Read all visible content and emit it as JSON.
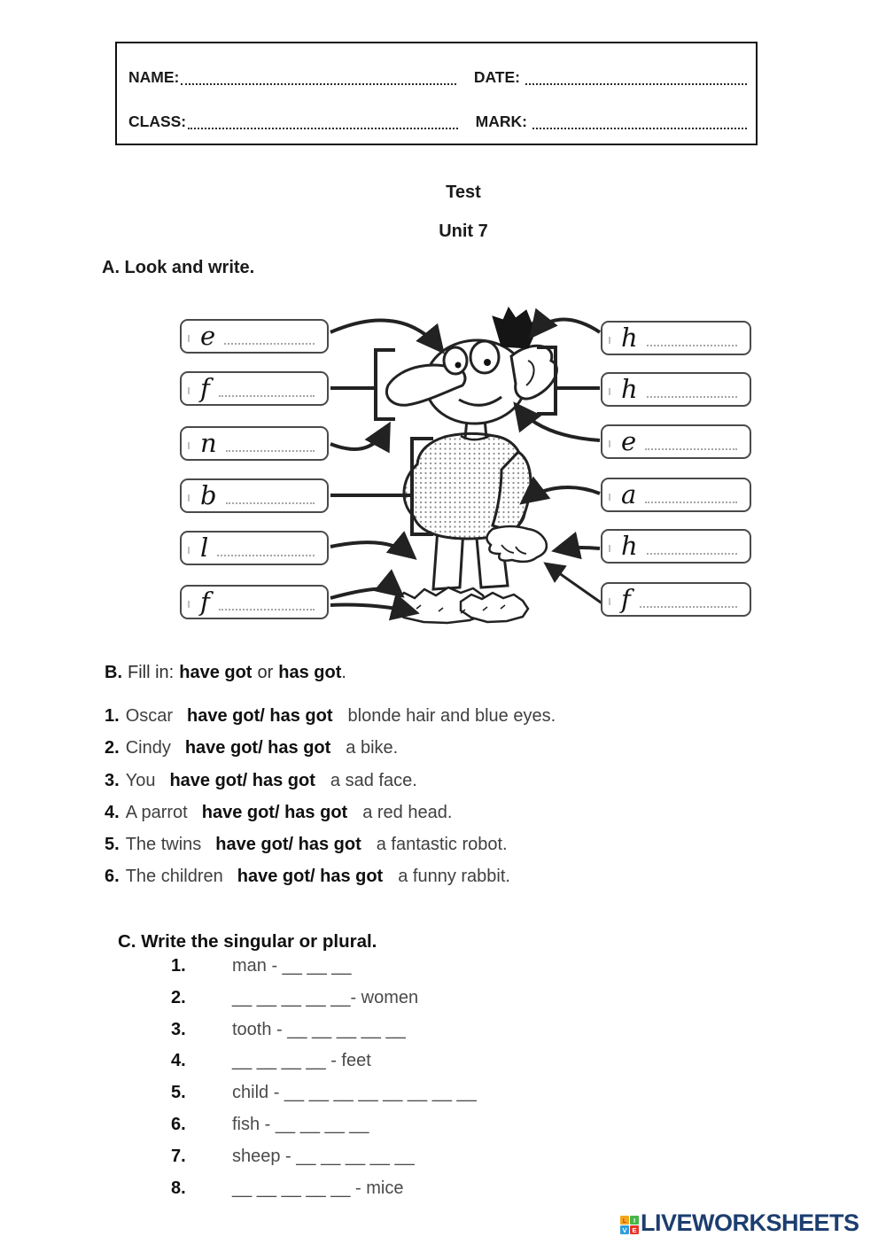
{
  "header_box": {
    "name_label": "NAME:",
    "date_label": "DATE:",
    "class_label": "CLASS:",
    "mark_label": "MARK:"
  },
  "title": {
    "test": "Test",
    "unit": "Unit 7"
  },
  "section_a": {
    "heading": "A. Look and write.",
    "left_boxes": [
      "e",
      "f",
      "n",
      "b",
      "l",
      "f"
    ],
    "right_boxes": [
      "h",
      "h",
      "e",
      "a",
      "h",
      "f"
    ]
  },
  "section_b": {
    "label": "B.",
    "intro_1": "Fill in:",
    "bold_1": "have got",
    "intro_2": "or",
    "bold_2": "has got",
    "intro_end": ".",
    "items": [
      {
        "num": "1.",
        "subject": "Oscar",
        "choice": "have got/ has got",
        "rest": "blonde hair and blue eyes."
      },
      {
        "num": "2.",
        "subject": "Cindy",
        "choice": "have got/ has got",
        "rest": "a bike."
      },
      {
        "num": "3.",
        "subject": "You",
        "choice": "have got/ has got",
        "rest": "a sad face."
      },
      {
        "num": "4.",
        "subject": "A parrot",
        "choice": "have got/ has got",
        "rest": "a red head."
      },
      {
        "num": "5.",
        "subject": "The twins",
        "choice": "have got/ has got",
        "rest": "a fantastic robot."
      },
      {
        "num": "6.",
        "subject": "The children",
        "choice": "have got/ has got",
        "rest": "a funny rabbit."
      }
    ]
  },
  "section_c": {
    "heading": "C. Write the singular or plural.",
    "items": [
      {
        "num": "1.",
        "text": "man - __ __ __"
      },
      {
        "num": "2.",
        "text": "__ __ __ __ __- women"
      },
      {
        "num": "3.",
        "text": "tooth - __ __ __ __ __"
      },
      {
        "num": "4.",
        "text": "__ __ __ __ - feet"
      },
      {
        "num": "5.",
        "text": "child - __ __ __ __ __ __ __ __"
      },
      {
        "num": "6.",
        "text": "fish -  __ __ __ __"
      },
      {
        "num": "7.",
        "text": "sheep -  __ __ __ __ __"
      },
      {
        "num": "8.",
        "text": "__ __ __ __ __ - mice"
      }
    ]
  },
  "footer": {
    "brand": "LIVEWORKSHEETS",
    "brand_color": "#1c3e70",
    "tiles": [
      {
        "letter": "L",
        "bg": "#f2a81d",
        "fg": "#e8342a"
      },
      {
        "letter": "I",
        "bg": "#45b649",
        "fg": "#ffffff"
      },
      {
        "letter": "V",
        "bg": "#2e9fd8",
        "fg": "#ffffff"
      },
      {
        "letter": "E",
        "bg": "#e8342a",
        "fg": "#ffffff"
      }
    ]
  }
}
